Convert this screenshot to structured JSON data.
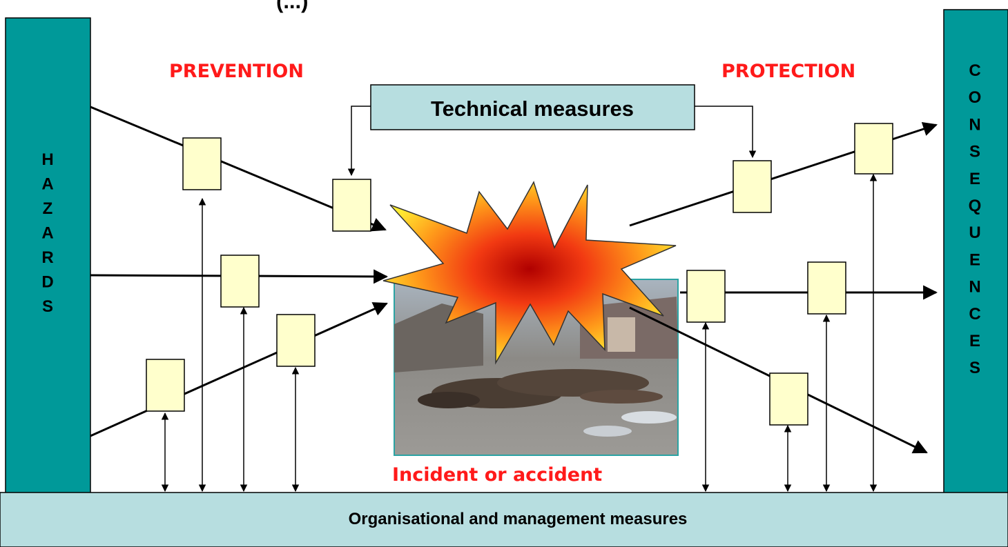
{
  "top_partial_text": "(...)",
  "hazards_label": "HAZARDS",
  "consequences_label": "CONSEQUENCES",
  "prevention_label": "PREVENTION",
  "protection_label": "PROTECTION",
  "technical_measures_label": "Technical measures",
  "organisational_label": "Organisational and management measures",
  "incident_label": "Incident or accident",
  "colors": {
    "pillar": "#009999",
    "light_box": "#b7dee0",
    "barrier": "#ffffcc",
    "red_text": "#ff1a1a"
  }
}
